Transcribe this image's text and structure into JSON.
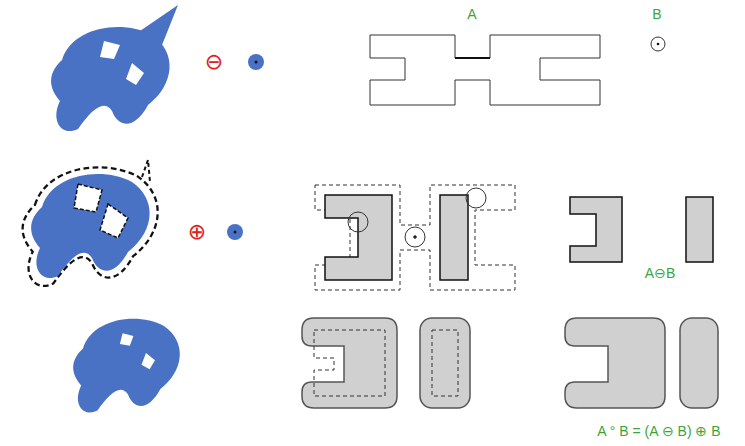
{
  "diagram": {
    "labels": [
      "A",
      "B",
      "⊖",
      "⊕",
      "A⊖B",
      "A ° B = (A ⊖ B) ⊕ B"
    ]
  }
}
